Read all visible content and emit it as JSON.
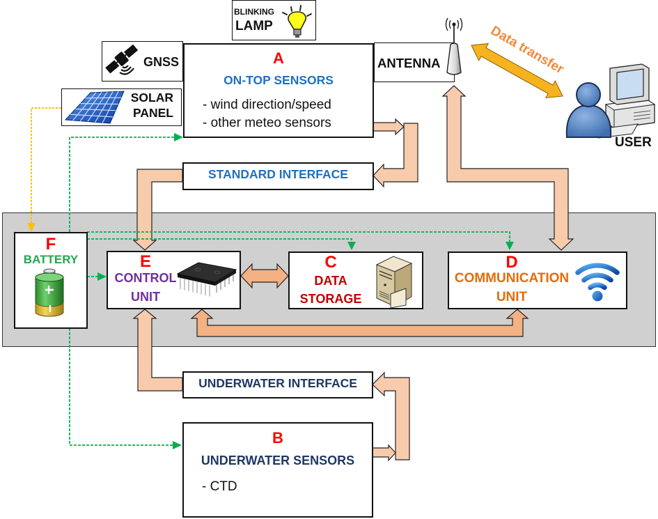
{
  "diagram": {
    "lamp": {
      "line1": "BLINKING",
      "line2": "LAMP",
      "icon": "lightbulb-icon"
    },
    "gnss": {
      "label": "GNSS",
      "icon": "satellite-icon"
    },
    "solar_panel": {
      "line1": "SOLAR",
      "line2": "PANEL",
      "icon": "solar-panel-icon"
    },
    "on_top_sensors": {
      "letter": "A",
      "title": "ON-TOP SENSORS",
      "items": [
        "- wind direction/speed",
        "- other meteo sensors"
      ]
    },
    "antenna": {
      "label": "ANTENNA",
      "icon": "antenna-icon"
    },
    "data_transfer": {
      "label": "Data transfer"
    },
    "user": {
      "label": "USER",
      "icon": "user-computer-icon"
    },
    "standard_interface": {
      "label": "STANDARD INTERFACE"
    },
    "battery": {
      "letter": "F",
      "title": "BATTERY",
      "icon": "battery-icon"
    },
    "control_unit": {
      "letter": "E",
      "line1": "CONTROL",
      "line2": "UNIT",
      "icon": "microchip-icon"
    },
    "data_storage": {
      "letter": "C",
      "line1": "DATA",
      "line2": "STORAGE",
      "icon": "server-icon"
    },
    "communication_unit": {
      "letter": "D",
      "line1": "COMMUNICATION",
      "line2": "UNIT",
      "icon": "wifi-icon"
    },
    "underwater_interface": {
      "label": "UNDERWATER INTERFACE"
    },
    "underwater_sensors": {
      "letter": "B",
      "title": "UNDERWATER SENSORS",
      "items": [
        "- CTD"
      ]
    }
  },
  "connections": [
    {
      "from": "A",
      "to": "STANDARD INTERFACE",
      "kind": "data"
    },
    {
      "from": "STANDARD INTERFACE",
      "to": "E",
      "kind": "data"
    },
    {
      "from": "E",
      "to": "C",
      "kind": "data-bidirectional"
    },
    {
      "from": "E",
      "to": "D",
      "kind": "data-bidirectional"
    },
    {
      "from": "D",
      "to": "ANTENNA",
      "kind": "data-bidirectional"
    },
    {
      "from": "ANTENNA",
      "to": "USER",
      "kind": "data-transfer"
    },
    {
      "from": "B",
      "to": "UNDERWATER INTERFACE",
      "kind": "data"
    },
    {
      "from": "UNDERWATER INTERFACE",
      "to": "E",
      "kind": "data"
    },
    {
      "from": "SOLAR PANEL",
      "to": "F",
      "kind": "charging"
    },
    {
      "from": "F",
      "to": "A",
      "kind": "power"
    },
    {
      "from": "F",
      "to": "B",
      "kind": "power"
    },
    {
      "from": "F",
      "to": "C",
      "kind": "power"
    },
    {
      "from": "F",
      "to": "D",
      "kind": "power"
    },
    {
      "from": "F",
      "to": "E",
      "kind": "power"
    }
  ],
  "colors": {
    "letter": "#FF0000",
    "on_top_title": "#1F70C1",
    "standard_interface": "#1F70C1",
    "underwater": "#1F3864",
    "battery": "#22A84A",
    "control": "#7030A0",
    "storage": "#C00000",
    "communication": "#E46C0A",
    "label_dark": "#111111",
    "data_transfer_text": "#F08A3C",
    "data_transfer_arrow": "#F6B21F",
    "arrow_light": "#F8CBAD",
    "arrow_dark": "#F4B183",
    "power_line": "#00B050",
    "solar_line": "#FFC000",
    "panel_bg": "#D0D0D0"
  }
}
